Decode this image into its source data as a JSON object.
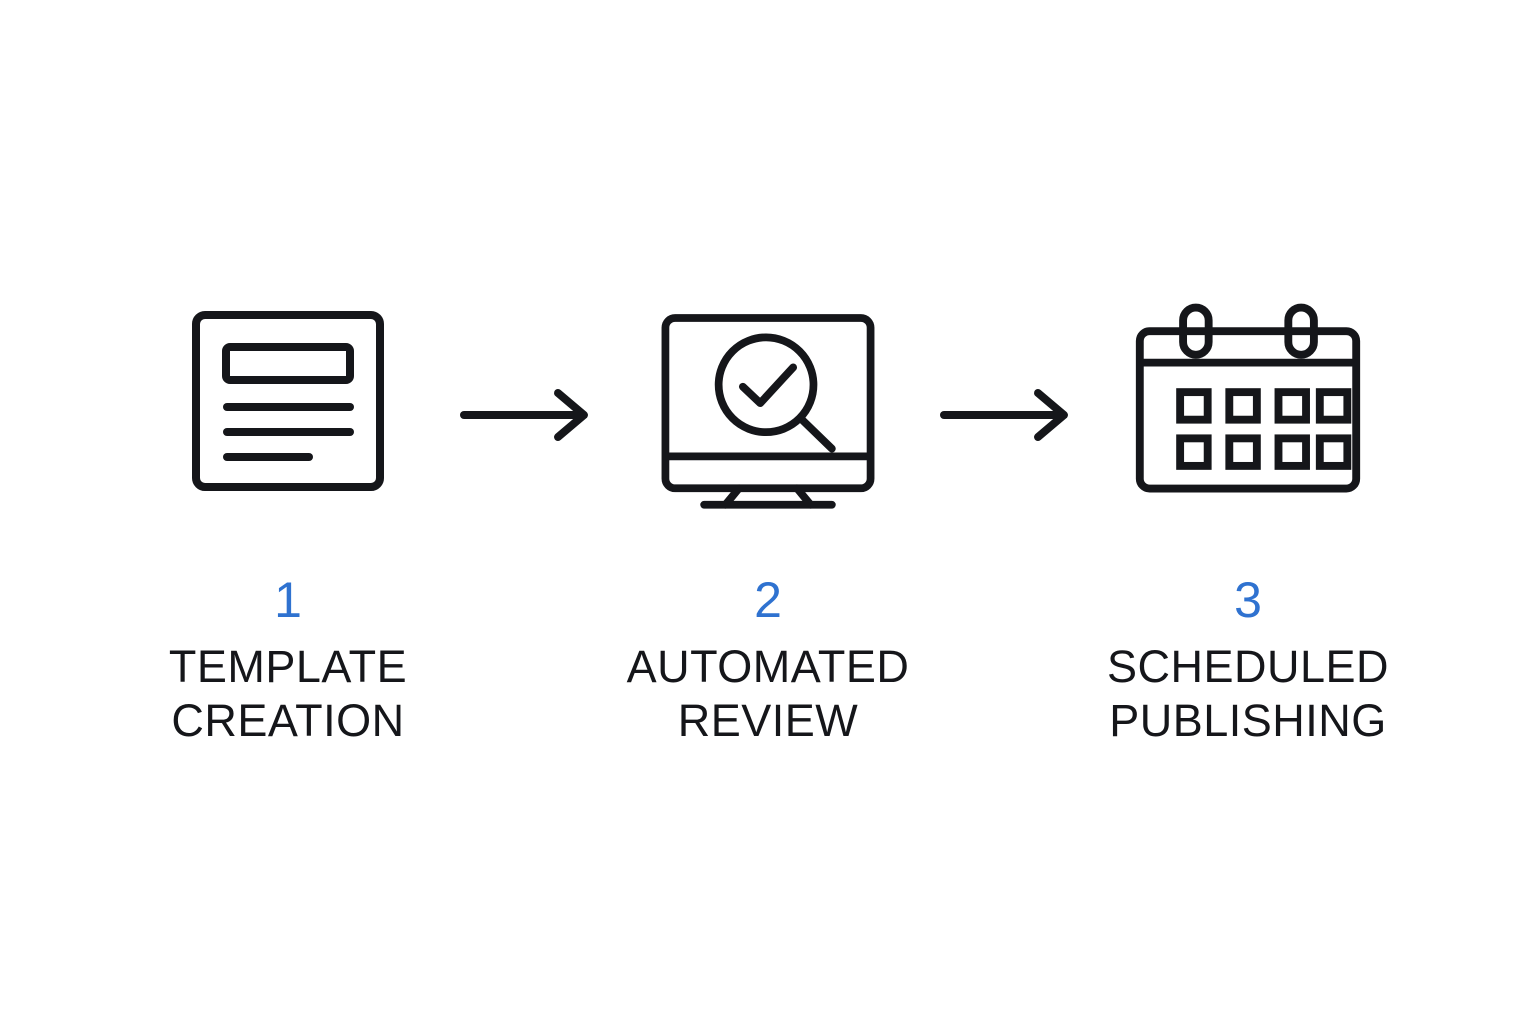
{
  "diagram": {
    "title": "Content workflow three-step process",
    "background_color": "#ffffff",
    "accent_color": "#2f72d0",
    "stroke_color": "#15161a",
    "steps": [
      {
        "number": "1",
        "label": "TEMPLATE\nCREATION",
        "icon": "document-template-icon"
      },
      {
        "number": "2",
        "label": "AUTOMATED\nREVIEW",
        "icon": "monitor-magnifier-check-icon"
      },
      {
        "number": "3",
        "label": "SCHEDULED\nPUBLISHING",
        "icon": "calendar-icon"
      }
    ],
    "connectors": [
      {
        "name": "arrow-right-1",
        "direction": "right"
      },
      {
        "name": "arrow-right-2",
        "direction": "right"
      }
    ]
  }
}
